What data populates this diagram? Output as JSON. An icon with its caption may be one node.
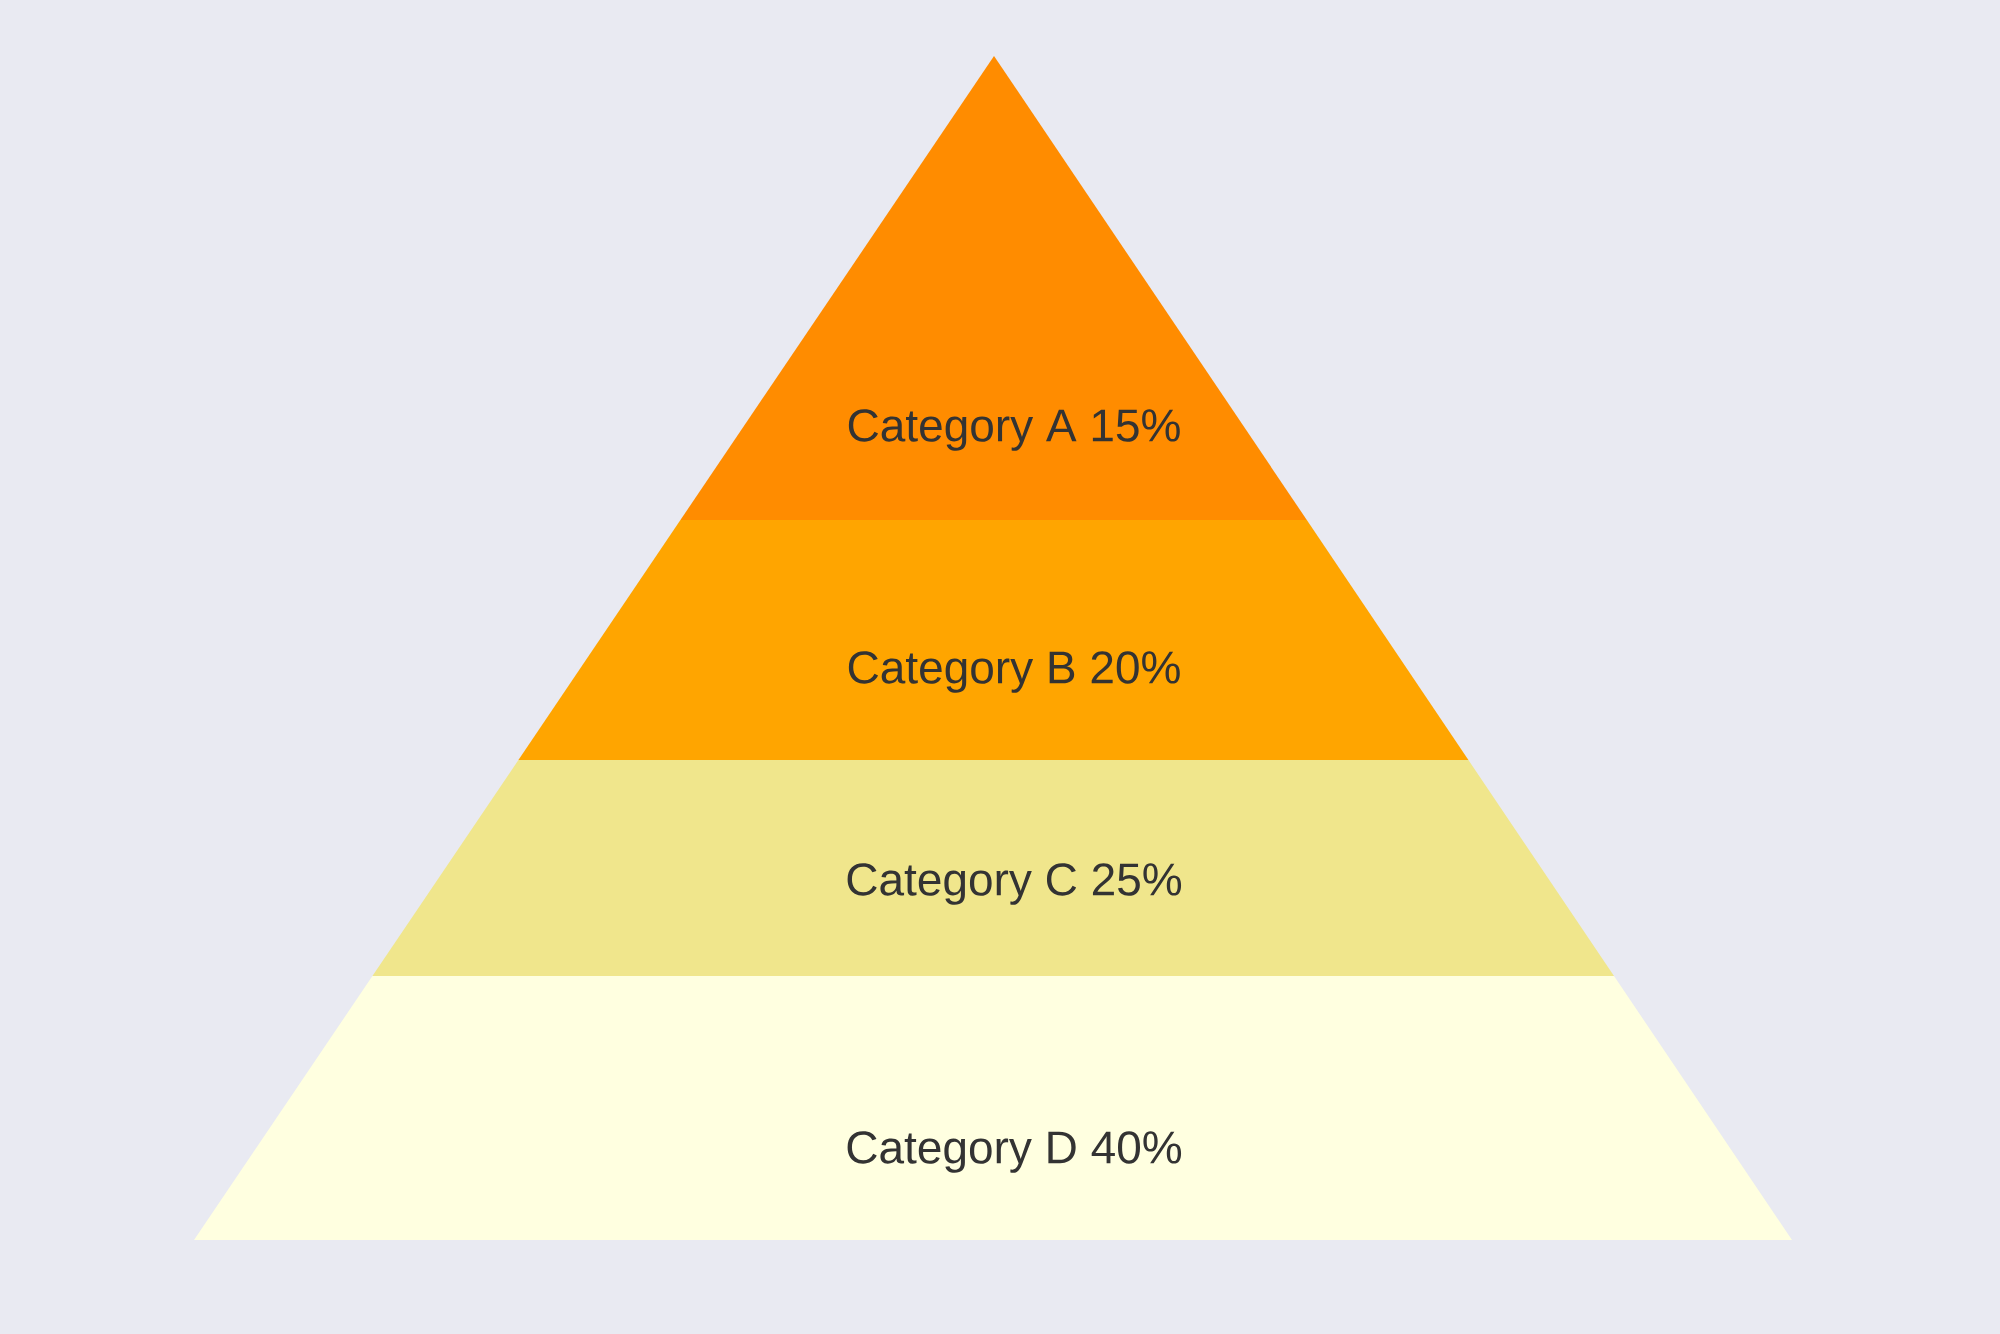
{
  "diagram": {
    "nodes": [
      {
        "text": [
          "Category A 15%"
        ]
      },
      {
        "text": [
          "Category B 20%"
        ]
      },
      {
        "text": [
          "Category C 25%"
        ]
      },
      {
        "text": [
          "Category D 40%"
        ]
      }
    ]
  }
}
